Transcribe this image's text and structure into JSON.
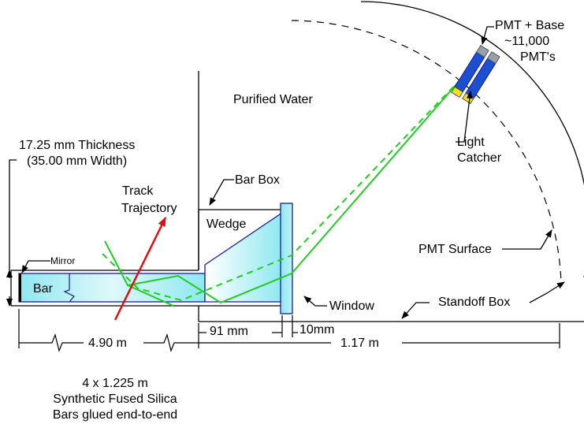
{
  "labels": {
    "pmt_base": "PMT + Base",
    "pmt_count": "~11,000",
    "pmts": "PMT's",
    "purified_water": "Purified Water",
    "light": "Light",
    "catcher": "Catcher",
    "thickness": "17.25 mm Thickness",
    "width": "(35.00 mm Width)",
    "bar_box": "Bar Box",
    "track": "Track",
    "trajectory": "Trajectory",
    "wedge": "Wedge",
    "pmt_surface": "PMT Surface",
    "mirror": "Mirror",
    "bar": "Bar",
    "window": "Window",
    "standoff_box": "Standoff Box",
    "dim_91": "91 mm",
    "dim_10": "10mm",
    "dim_490": "4.90 m",
    "dim_117": "1.17 m",
    "bars_line1": "4 x 1.225 m",
    "bars_line2": "Synthetic Fused Silica",
    "bars_line3": "Bars glued end-to-end"
  },
  "colors": {
    "light_ray": "#22cc22",
    "track": "#e01010",
    "silica": "#8ee8f0",
    "pmt_body": "#1a4fd0",
    "pmt_cap": "#9aa0a8",
    "light_catcher": "#f0e020",
    "outline": "#1a1aa0"
  }
}
